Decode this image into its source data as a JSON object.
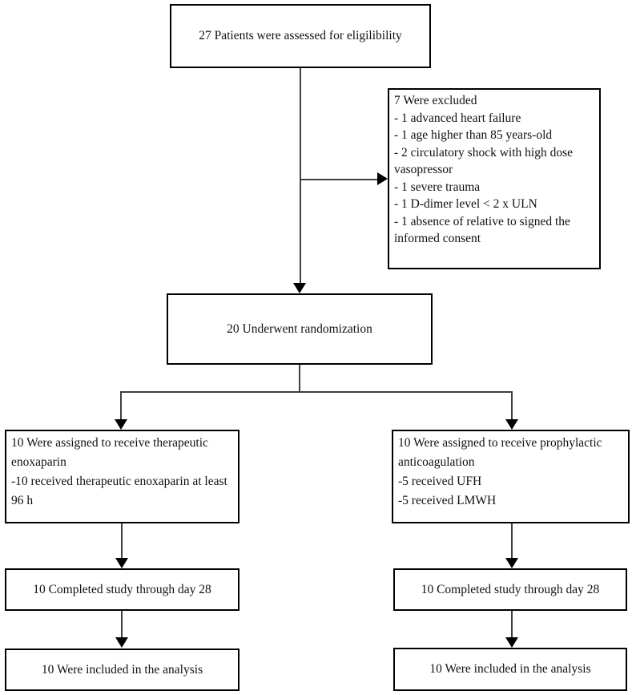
{
  "diagram": {
    "kind": "consort-flow",
    "assessed": {
      "text": "27 Patients were assessed for eligilibility"
    },
    "excluded": {
      "title": "7 Were excluded",
      "items": [
        "- 1 advanced heart failure",
        "- 1 age higher than 85 years-old",
        "- 2 circulatory shock with high dose vasopressor",
        "- 1 severe trauma",
        "- 1 D-dimer level < 2 x ULN",
        "- 1 absence of relative to signed the informed consent"
      ]
    },
    "randomized": {
      "text": "20 Underwent randomization"
    },
    "arm_therapeutic": {
      "lines": [
        "10 Were assigned to receive therapeutic enoxaparin",
        "-10 received therapeutic enoxaparin at least 96 h"
      ]
    },
    "arm_prophylactic": {
      "lines": [
        "10 Were assigned to receive prophylactic anticoagulation",
        "-5 received UFH",
        "-5 received LMWH"
      ]
    },
    "completed_left": {
      "text": "10 Completed study through day 28"
    },
    "completed_right": {
      "text": "10 Completed study through day 28"
    },
    "analysis_left": {
      "text": "10 Were included in the analysis"
    },
    "analysis_right": {
      "text": "10 Were included in the analysis"
    }
  },
  "colors": {
    "background": "#ffffff",
    "box_border": "#000000",
    "connector": "#3f3f3f",
    "text": "#111111"
  }
}
